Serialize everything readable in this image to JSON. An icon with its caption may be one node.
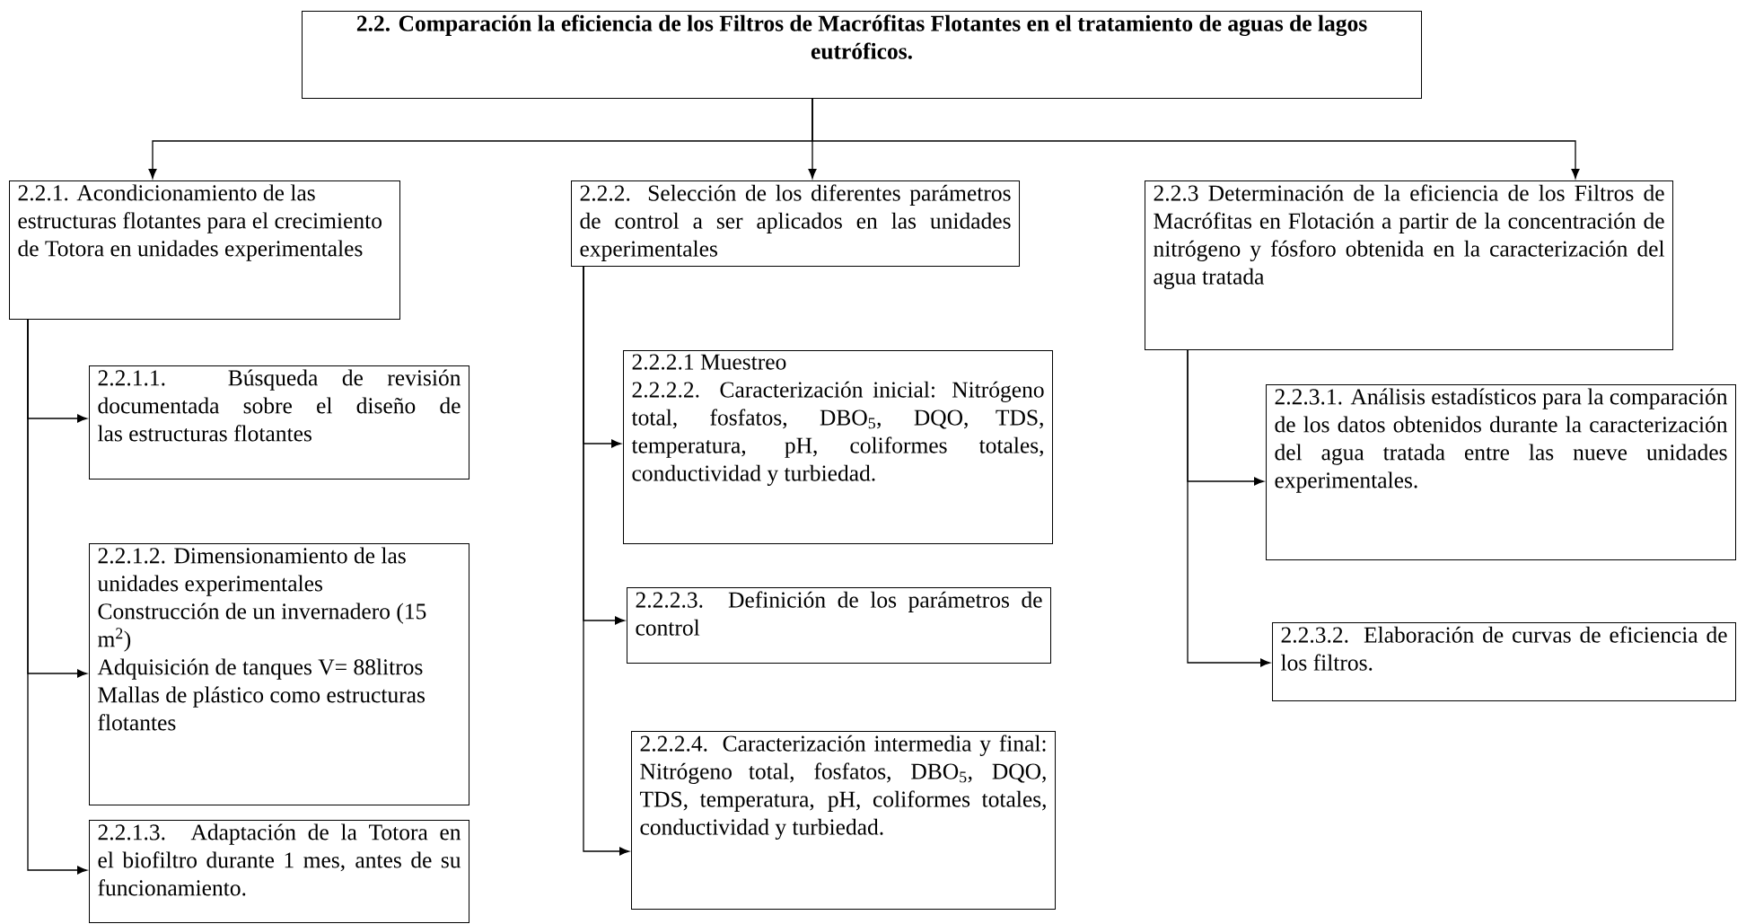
{
  "diagram": {
    "nodes": [
      {
        "text": [
          "2.2. Comparación la eficiencia de los Filtros de Macrófitas Flotantes en el tratamiento de aguas de lagos eutróficos."
        ]
      },
      {
        "text": [
          "2.2.1. Acondicionamiento de las estructuras flotantes para el crecimiento de Totora en unidades experimentales"
        ]
      },
      {
        "text": [
          "2.2.2. Selección de los diferentes parámetros de control a ser aplicados en las unidades experimentales"
        ]
      },
      {
        "text": [
          "2.2.3 Determinación de la eficiencia de los Filtros de Macrófitas en Flotación a partir de la concentración de nitrógeno y fósforo obtenida en la caracterización del agua tratada"
        ]
      },
      {
        "text": [
          "2.2.1.1. Búsqueda de revisión documentada sobre el diseño de las estructuras flotantes"
        ]
      },
      {
        "text": [
          "2.2.1.2. Dimensionamiento de las unidades experimentales",
          "Construcción de un invernadero (15 m$^{2}$)",
          "Adquisición de tanques V= 88litros",
          "Mallas de plástico como estructuras flotantes"
        ]
      },
      {
        "text": [
          "2.2.1.3. Adaptación de la Totora en el biofiltro durante 1 mes, antes de su funcionamiento."
        ]
      },
      {
        "text": [
          "2.2.2.1 Muestreo",
          "2.2.2.2. Caracterización inicial: Nitrógeno total, fosfatos, DBO$_{5}$, DQO, TDS, temperatura, pH, coliformes totales, conductividad y turbiedad."
        ]
      },
      {
        "text": [
          "2.2.2.3. Definición de los parámetros de control"
        ]
      },
      {
        "text": [
          "2.2.2.4. Caracterización intermedia y final: Nitrógeno total, fosfatos, DBO$_{5}$, DQO, TDS, temperatura, pH, coliformes totales, conductividad y turbiedad."
        ]
      },
      {
        "text": [
          "2.2.3.1. Análisis estadísticos para la comparación de los datos obtenidos durante la caracterización del agua tratada entre las nueve unidades experimentales."
        ]
      },
      {
        "text": [
          "2.2.3.2. Elaboración de curvas de eficiencia de los filtros."
        ]
      }
    ],
    "edges": [
      {
        "from": 0,
        "to": 1,
        "arrow": "to"
      },
      {
        "from": 0,
        "to": 2,
        "arrow": "to"
      },
      {
        "from": 0,
        "to": 3,
        "arrow": "to"
      },
      {
        "from": 1,
        "to": 4,
        "arrow": "to"
      },
      {
        "from": 1,
        "to": 5,
        "arrow": "to"
      },
      {
        "from": 1,
        "to": 6,
        "arrow": "to"
      },
      {
        "from": 2,
        "to": 7,
        "arrow": "to"
      },
      {
        "from": 2,
        "to": 8,
        "arrow": "to"
      },
      {
        "from": 2,
        "to": 9,
        "arrow": "to"
      },
      {
        "from": 3,
        "to": 10,
        "arrow": "to"
      },
      {
        "from": 3,
        "to": 11,
        "arrow": "to"
      }
    ]
  }
}
